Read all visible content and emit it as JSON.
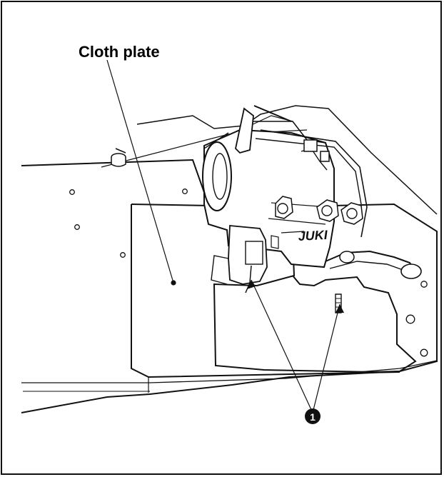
{
  "callouts": {
    "cloth_plate": "Cloth plate",
    "part_number": "1"
  },
  "machine_logo": "JUKI"
}
